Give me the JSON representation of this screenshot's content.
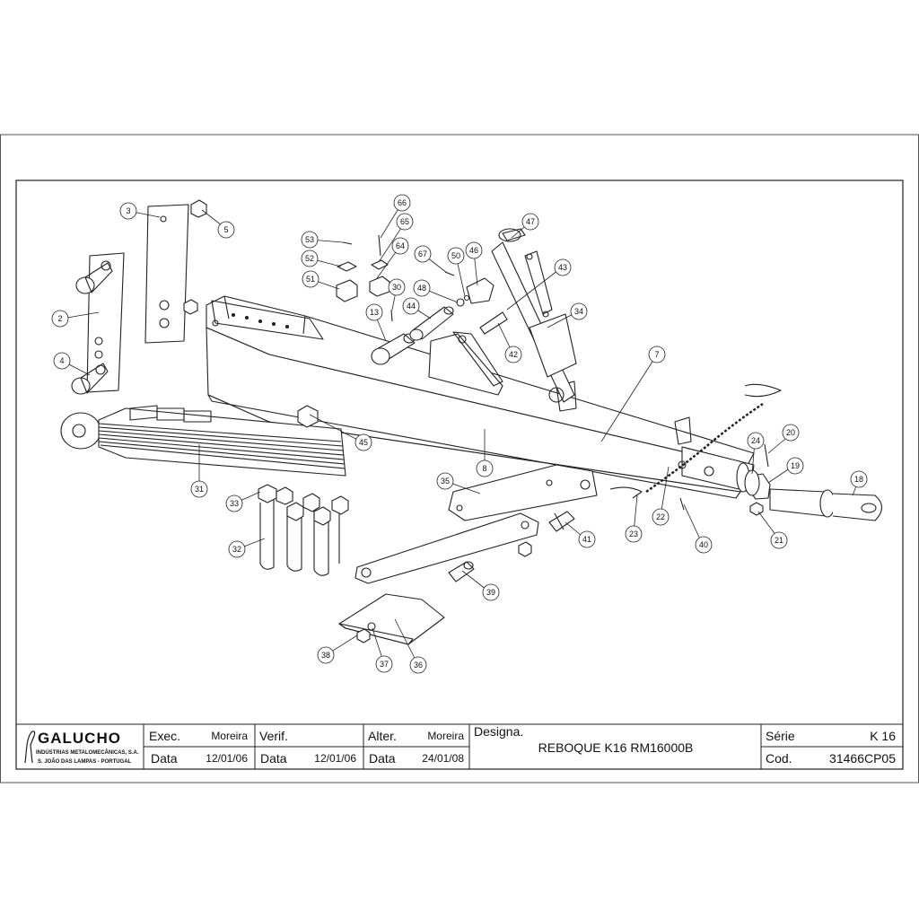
{
  "part_labels": [
    "2",
    "3",
    "4",
    "5",
    "7",
    "8",
    "13",
    "18",
    "19",
    "20",
    "21",
    "22",
    "23",
    "24",
    "30",
    "31",
    "32",
    "33",
    "34",
    "35",
    "36",
    "37",
    "38",
    "39",
    "40",
    "41",
    "42",
    "43",
    "44",
    "45",
    "46",
    "47",
    "48",
    "50",
    "51",
    "52",
    "53",
    "64",
    "65",
    "66",
    "67"
  ],
  "title_block": {
    "company": "GALUCHO",
    "company_line1": "INDÚSTRIAS METALOMECÂNICAS, S.A.",
    "company_line2": "S. JOÃO DAS LAMPAS - PORTUGAL",
    "exec_label": "Exec.",
    "exec_name": "Moreira",
    "exec_data_label": "Data",
    "exec_date": "12/01/06",
    "verif_label": "Verif.",
    "verif_data_label": "Data",
    "verif_date": "12/01/06",
    "alter_label": "Alter.",
    "alter_name": "Moreira",
    "alter_data_label": "Data",
    "alter_date": "24/01/08",
    "designa_label": "Designa.",
    "designation": "REBOQUE K16 RM16000B",
    "serie_label": "Série",
    "serie_value": "K 16",
    "cod_label": "Cod.",
    "cod_value": "31466CP05"
  }
}
